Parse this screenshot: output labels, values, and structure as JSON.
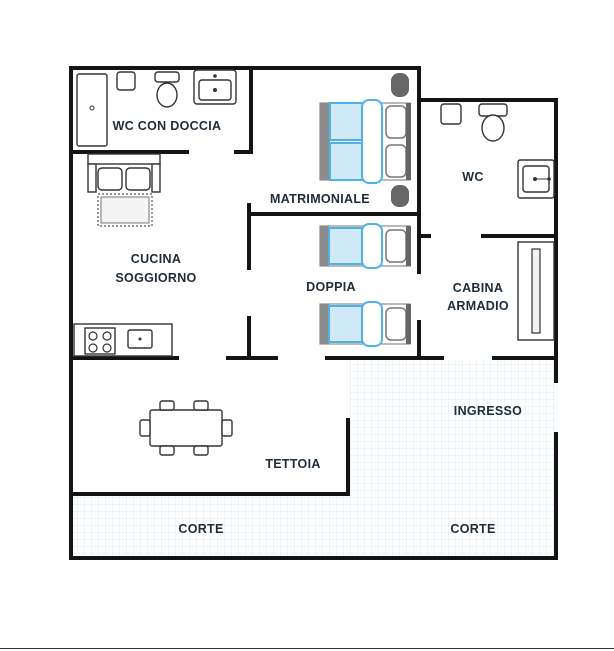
{
  "floorplan": {
    "rooms": {
      "wc_doccia": "WC CON DOCCIA",
      "matrimoniale": "MATRIMONIALE",
      "wc": "WC",
      "cucina_line1": "CUCINA",
      "cucina_line2": "SOGGIORNO",
      "doppia": "DOPPIA",
      "cabina_line1": "CABINA",
      "cabina_line2": "ARMADIO",
      "ingresso": "INGRESSO",
      "tettoia": "TETTOIA",
      "corte_left": "CORTE",
      "corte_right": "CORTE"
    },
    "colors": {
      "wall": "#141414",
      "paving_grid": "#bfe3ee",
      "label": "#1d2b3a",
      "bed_blue": "#4db3e6",
      "bed_grey": "#8c8c8c"
    },
    "icons": [
      "shower-tray-icon",
      "toilet-icon",
      "sink-icon",
      "double-bed-icon",
      "single-bed-icon",
      "sofa-icon",
      "stove-icon",
      "dining-table-icon",
      "wardrobe-icon",
      "nightstand-icon"
    ]
  }
}
